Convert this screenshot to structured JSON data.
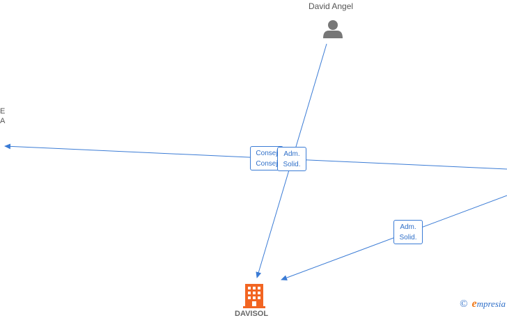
{
  "nodes": {
    "person": {
      "label": "David Angel",
      "icon": "person-icon",
      "color": "#777777"
    },
    "company": {
      "label": "DAVISOL",
      "icon": "building-icon",
      "color": "#f26522"
    }
  },
  "left_cut_label": {
    "line1": "E",
    "line2": "A"
  },
  "edges": {
    "consejero": {
      "line1": "Consej",
      "line2": "Consej"
    },
    "adm_solid_center": {
      "line1": "Adm.",
      "line2": "Solid."
    },
    "adm_solid_right": {
      "line1": "Adm.",
      "line2": "Solid."
    }
  },
  "edge_color": "#3a7bd5",
  "brand": {
    "copyright": "©",
    "initial": "e",
    "name_rest": "mpresia"
  }
}
